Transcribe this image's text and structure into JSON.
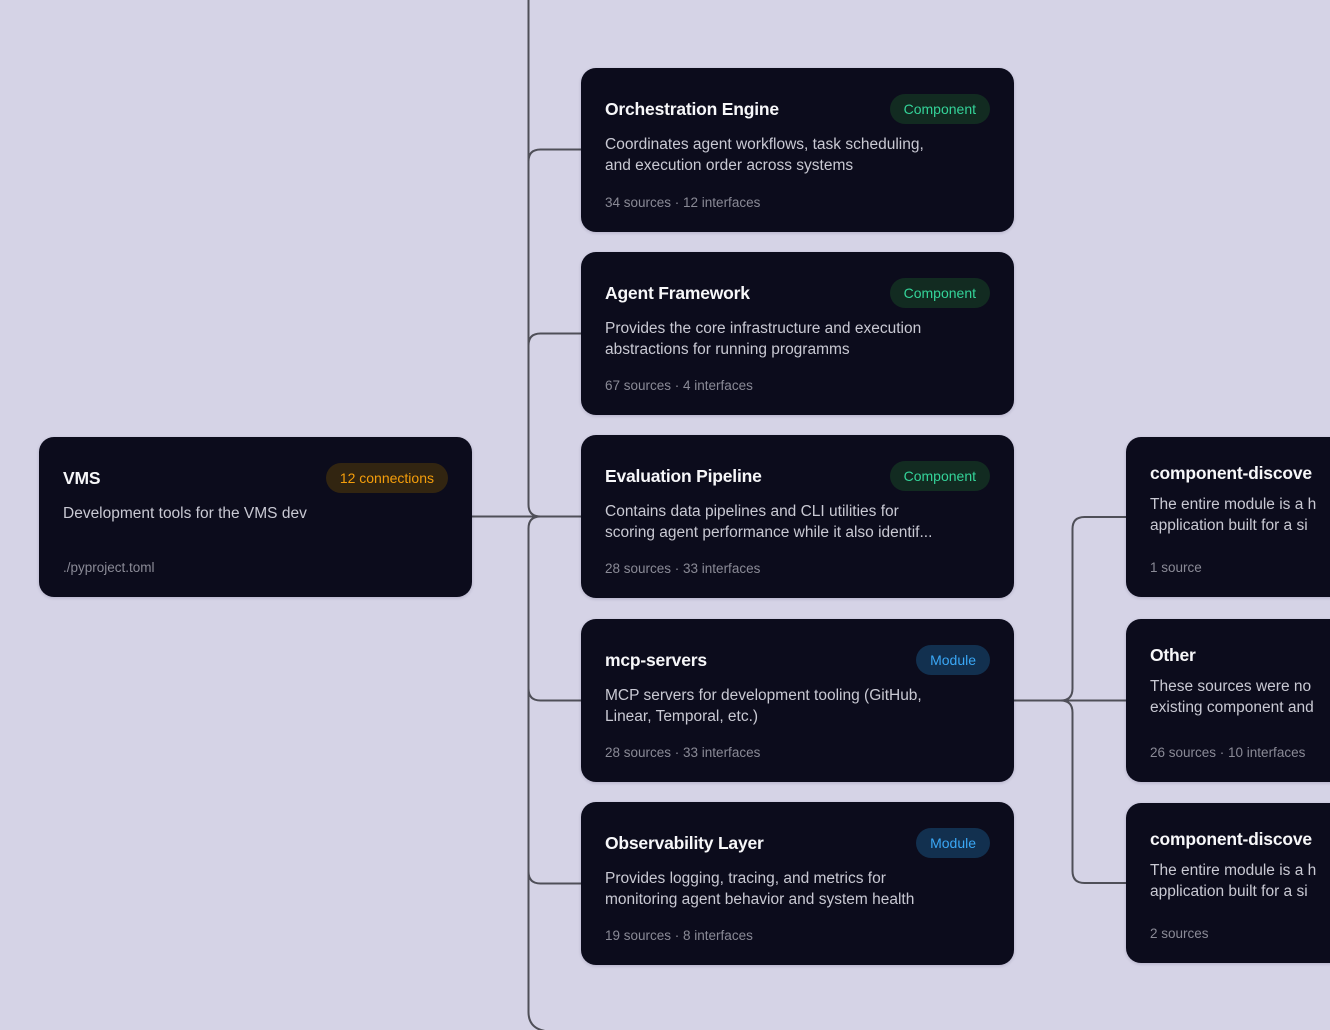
{
  "colors": {
    "canvas_background": "#d5d3e6",
    "card_background": "#0c0c1c",
    "edge": "#4f4f58",
    "title_text": "#f7f7f9",
    "description_text": "#c9c9d3",
    "footer_text": "#8a8a96",
    "component_badge": {
      "background": "#122b21",
      "text": "#34d399"
    },
    "module_badge": {
      "background": "#12304f",
      "text": "#3aa7f5"
    },
    "connections_badge": {
      "background": "#322511",
      "text": "#f59e0b"
    }
  },
  "nodes": {
    "vms": {
      "title": "VMS",
      "badge": "12 connections",
      "desc_lines": [
        "Development tools for the VMS dev"
      ],
      "footer": "./pyproject.toml"
    },
    "orchestration": {
      "title": "Orchestration Engine",
      "badge": "Component",
      "desc_lines": [
        "Coordinates agent workflows, task scheduling,",
        "and execution order across systems"
      ],
      "footer": "34 sources · 12 interfaces"
    },
    "agent_framework": {
      "title": "Agent Framework",
      "badge": "Component",
      "desc_lines": [
        "Provides the core infrastructure and execution",
        "abstractions for running programms"
      ],
      "footer": "67 sources · 4 interfaces"
    },
    "evaluation": {
      "title": "Evaluation Pipeline",
      "badge": "Component",
      "desc_lines": [
        "Contains data pipelines and CLI utilities for",
        "scoring agent performance while it also identif..."
      ],
      "footer": "28 sources · 33 interfaces"
    },
    "mcp_servers": {
      "title": "mcp-servers",
      "badge": "Module",
      "desc_lines": [
        "MCP servers for development tooling (GitHub,",
        "Linear, Temporal, etc.)"
      ],
      "footer": "28 sources · 33 interfaces"
    },
    "observability": {
      "title": "Observability Layer",
      "badge": "Module",
      "desc_lines": [
        "Provides logging, tracing, and metrics for",
        "monitoring agent behavior and system health"
      ],
      "footer": "19 sources · 8 interfaces"
    },
    "discovery_top": {
      "title": "component-discove",
      "desc_lines": [
        "The entire module is a h",
        "application built for a si"
      ],
      "footer": "1 source"
    },
    "other": {
      "title": "Other",
      "desc_lines": [
        "These sources were no",
        "existing component and"
      ],
      "footer": "26 sources · 10 interfaces"
    },
    "discovery_bottom": {
      "title": "component-discove",
      "desc_lines": [
        "The entire module is a h",
        "application built for a si"
      ],
      "footer": "2 sources"
    }
  }
}
